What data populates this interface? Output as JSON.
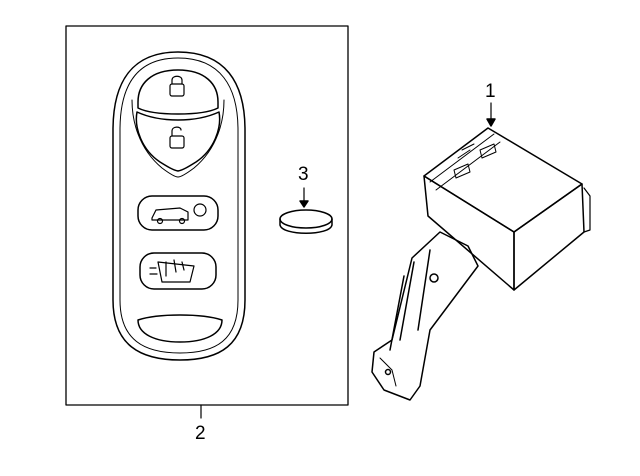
{
  "callouts": {
    "part_1": "1",
    "part_2": "2",
    "part_3": "3"
  },
  "icons": [
    "lock-icon",
    "unlock-icon",
    "hatch-icon",
    "sliding-door-icon",
    "panic-button-icon"
  ]
}
